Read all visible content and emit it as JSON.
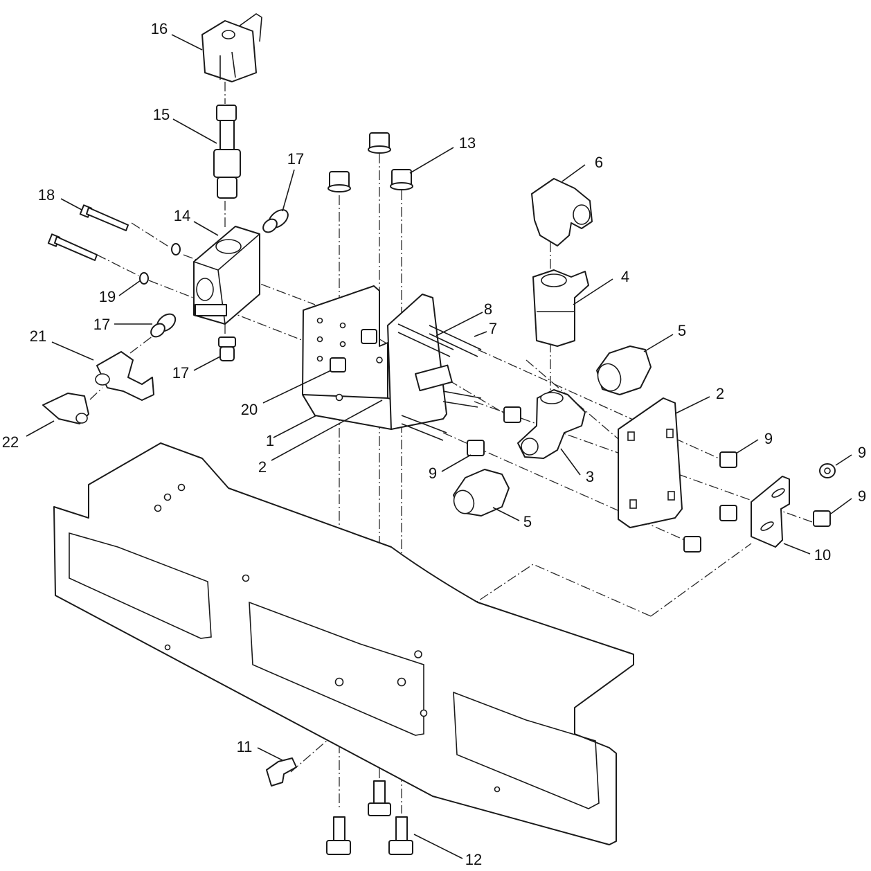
{
  "callouts": [
    {
      "id": "c16",
      "text": "16"
    },
    {
      "id": "c15",
      "text": "15"
    },
    {
      "id": "c17a",
      "text": "17"
    },
    {
      "id": "c18",
      "text": "18"
    },
    {
      "id": "c14",
      "text": "14"
    },
    {
      "id": "c19",
      "text": "19"
    },
    {
      "id": "c17b",
      "text": "17"
    },
    {
      "id": "c21",
      "text": "21"
    },
    {
      "id": "c17c",
      "text": "17"
    },
    {
      "id": "c22",
      "text": "22"
    },
    {
      "id": "c20",
      "text": "20"
    },
    {
      "id": "c1",
      "text": "1"
    },
    {
      "id": "c2a",
      "text": "2"
    },
    {
      "id": "c13",
      "text": "13"
    },
    {
      "id": "c8",
      "text": "8"
    },
    {
      "id": "c7",
      "text": "7"
    },
    {
      "id": "c6",
      "text": "6"
    },
    {
      "id": "c4",
      "text": "4"
    },
    {
      "id": "c5a",
      "text": "5"
    },
    {
      "id": "c2b",
      "text": "2"
    },
    {
      "id": "c3",
      "text": "3"
    },
    {
      "id": "c9a",
      "text": "9"
    },
    {
      "id": "c9b",
      "text": "9"
    },
    {
      "id": "c9c",
      "text": "9"
    },
    {
      "id": "c9d",
      "text": "9"
    },
    {
      "id": "c5b",
      "text": "5"
    },
    {
      "id": "c10",
      "text": "10"
    },
    {
      "id": "c11",
      "text": "11"
    },
    {
      "id": "c12",
      "text": "12"
    }
  ]
}
